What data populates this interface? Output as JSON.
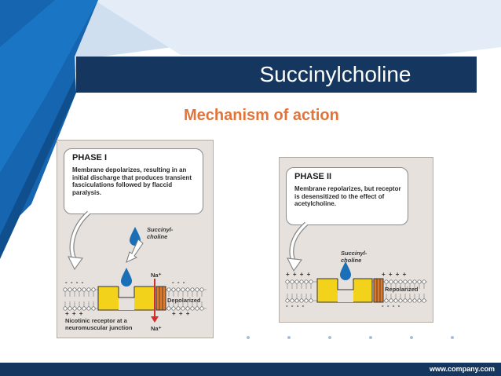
{
  "slide": {
    "title": "Succinylcholine",
    "subtitle": "Mechanism of action",
    "footer_url": "www.company.com"
  },
  "phase1": {
    "heading": "PHASE I",
    "description": "Membrane depolarizes, resulting in an initial discharge that produces transient fasciculations followed by flaccid paralysis.",
    "drug_label": "Succinyl-\ncholine",
    "na_top": "Na⁺",
    "na_bottom": "Na⁺",
    "state_label": "Depolarized",
    "receptor_label": "Nicotinic receptor at a neuromuscular junction",
    "charges_top_left": "- - - -",
    "charges_bottom_left": "+ + +",
    "charges_top_right": "- - -",
    "charges_bottom_right": "+ + +"
  },
  "phase2": {
    "heading": "PHASE II",
    "description": "Membrane repolarizes, but receptor is desensitized to the effect of acetylcholine.",
    "drug_label": "Succinyl-\ncholine",
    "state_label": "Repolarized",
    "charges_top_left": "+ + + +",
    "charges_bottom_left": "- - - -",
    "charges_top_right": "+ + + +",
    "charges_bottom_right": "- - - -"
  },
  "colors": {
    "title_bar": "#15375f",
    "accent_blue": "#1565b0",
    "subtitle_orange": "#e2743a",
    "receptor_yellow": "#f3d21c",
    "drug_blue": "#1a6fb6",
    "arrow_red": "#d52a2a"
  }
}
